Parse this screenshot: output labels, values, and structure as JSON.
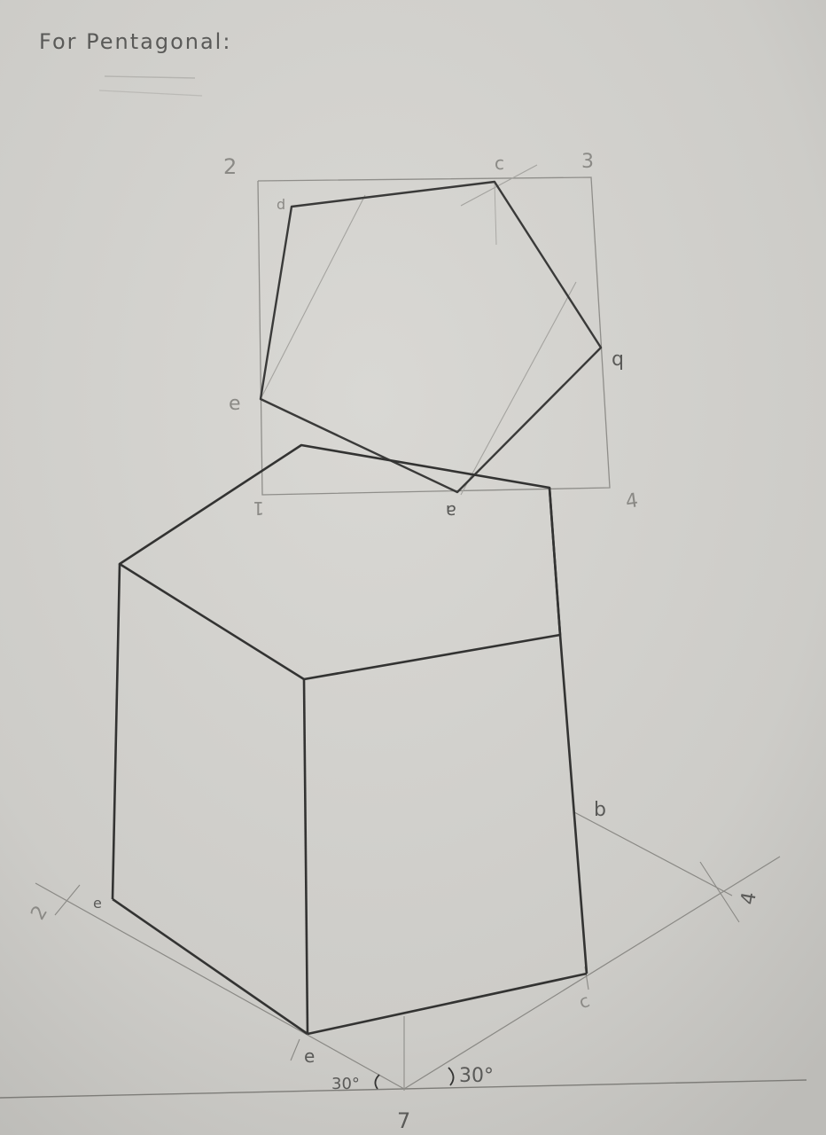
{
  "heading": "For Pentagonal:",
  "plan_labels": {
    "corner_2": "2",
    "corner_3": "3",
    "corner_4": "4",
    "corner_1": "1",
    "vertex_a": "a",
    "vertex_b": "b",
    "vertex_c": "c",
    "vertex_d": "d",
    "vertex_e": "e"
  },
  "iso_labels": {
    "left_corner": "2",
    "vertex_e_left": "e",
    "vertex_e_front": "e",
    "vertex_b": "b",
    "vertex_c": "c",
    "right_corner": "4",
    "bottom_corner": "7"
  },
  "angle_left": "30°",
  "angle_right": "30°"
}
